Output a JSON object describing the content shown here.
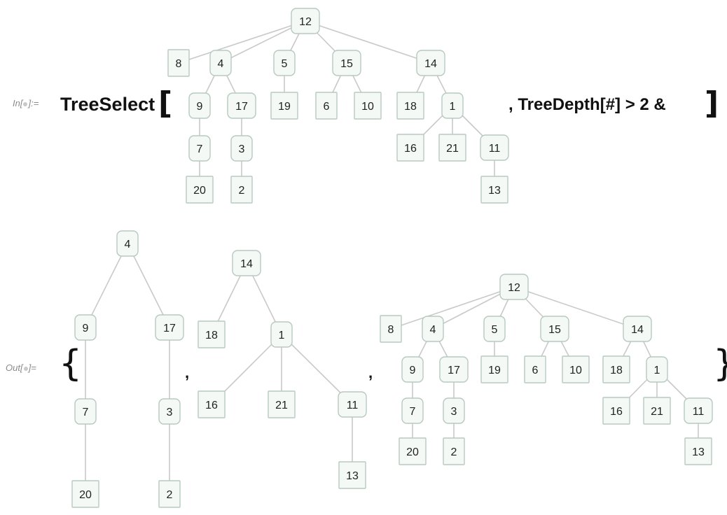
{
  "input": {
    "label_prefix": "In[",
    "label_suffix": "]:=",
    "function_name": "TreeSelect",
    "open_bracket": "[",
    "close_bracket": "]",
    "argument_text": ", TreeDepth[#] > 2 &"
  },
  "output": {
    "label_prefix": "Out[",
    "label_suffix": "]=",
    "open_brace": "{",
    "close_brace": "}",
    "separator": ","
  },
  "colors": {
    "node_fill": "#f4f9f6",
    "node_stroke": "#b7cabf",
    "edge": "#c9c9c9",
    "text": "#222222"
  },
  "trees": [
    {
      "name": "input-tree",
      "nodes": [
        {
          "id": "a12",
          "label": "12",
          "shape": "rounded"
        },
        {
          "id": "a8",
          "label": "8",
          "shape": "leaf"
        },
        {
          "id": "a4",
          "label": "4",
          "shape": "rounded"
        },
        {
          "id": "a5",
          "label": "5",
          "shape": "rounded"
        },
        {
          "id": "a15",
          "label": "15",
          "shape": "rounded"
        },
        {
          "id": "a14",
          "label": "14",
          "shape": "rounded"
        },
        {
          "id": "a9",
          "label": "9",
          "shape": "rounded"
        },
        {
          "id": "a17",
          "label": "17",
          "shape": "rounded"
        },
        {
          "id": "a19",
          "label": "19",
          "shape": "leaf"
        },
        {
          "id": "a6",
          "label": "6",
          "shape": "leaf"
        },
        {
          "id": "a10",
          "label": "10",
          "shape": "leaf"
        },
        {
          "id": "a18",
          "label": "18",
          "shape": "leaf"
        },
        {
          "id": "a1",
          "label": "1",
          "shape": "rounded"
        },
        {
          "id": "a7",
          "label": "7",
          "shape": "rounded"
        },
        {
          "id": "a3",
          "label": "3",
          "shape": "rounded"
        },
        {
          "id": "a16",
          "label": "16",
          "shape": "leaf"
        },
        {
          "id": "a21",
          "label": "21",
          "shape": "leaf"
        },
        {
          "id": "a11",
          "label": "11",
          "shape": "rounded"
        },
        {
          "id": "a20",
          "label": "20",
          "shape": "leaf"
        },
        {
          "id": "a2",
          "label": "2",
          "shape": "leaf"
        },
        {
          "id": "a13",
          "label": "13",
          "shape": "leaf"
        }
      ],
      "edges": [
        [
          "a12",
          "a8"
        ],
        [
          "a12",
          "a4"
        ],
        [
          "a12",
          "a5"
        ],
        [
          "a12",
          "a15"
        ],
        [
          "a12",
          "a14"
        ],
        [
          "a4",
          "a9"
        ],
        [
          "a4",
          "a17"
        ],
        [
          "a5",
          "a19"
        ],
        [
          "a15",
          "a6"
        ],
        [
          "a15",
          "a10"
        ],
        [
          "a14",
          "a18"
        ],
        [
          "a14",
          "a1"
        ],
        [
          "a9",
          "a7"
        ],
        [
          "a17",
          "a3"
        ],
        [
          "a1",
          "a16"
        ],
        [
          "a1",
          "a21"
        ],
        [
          "a1",
          "a11"
        ],
        [
          "a7",
          "a20"
        ],
        [
          "a3",
          "a2"
        ],
        [
          "a11",
          "a13"
        ]
      ]
    },
    {
      "name": "output-tree-4",
      "nodes": [
        {
          "id": "b4",
          "label": "4",
          "shape": "rounded"
        },
        {
          "id": "b9",
          "label": "9",
          "shape": "rounded"
        },
        {
          "id": "b17",
          "label": "17",
          "shape": "rounded"
        },
        {
          "id": "b7",
          "label": "7",
          "shape": "rounded"
        },
        {
          "id": "b3",
          "label": "3",
          "shape": "rounded"
        },
        {
          "id": "b20",
          "label": "20",
          "shape": "leaf"
        },
        {
          "id": "b2",
          "label": "2",
          "shape": "leaf"
        }
      ],
      "edges": [
        [
          "b4",
          "b9"
        ],
        [
          "b4",
          "b17"
        ],
        [
          "b9",
          "b7"
        ],
        [
          "b17",
          "b3"
        ],
        [
          "b7",
          "b20"
        ],
        [
          "b3",
          "b2"
        ]
      ]
    },
    {
      "name": "output-tree-14",
      "nodes": [
        {
          "id": "c14",
          "label": "14",
          "shape": "rounded"
        },
        {
          "id": "c18",
          "label": "18",
          "shape": "leaf"
        },
        {
          "id": "c1",
          "label": "1",
          "shape": "rounded"
        },
        {
          "id": "c16",
          "label": "16",
          "shape": "leaf"
        },
        {
          "id": "c21",
          "label": "21",
          "shape": "leaf"
        },
        {
          "id": "c11",
          "label": "11",
          "shape": "rounded"
        },
        {
          "id": "c13",
          "label": "13",
          "shape": "leaf"
        }
      ],
      "edges": [
        [
          "c14",
          "c18"
        ],
        [
          "c14",
          "c1"
        ],
        [
          "c1",
          "c16"
        ],
        [
          "c1",
          "c21"
        ],
        [
          "c1",
          "c11"
        ],
        [
          "c11",
          "c13"
        ]
      ]
    },
    {
      "name": "output-tree-12",
      "nodes": [
        {
          "id": "d12",
          "label": "12",
          "shape": "rounded"
        },
        {
          "id": "d8",
          "label": "8",
          "shape": "leaf"
        },
        {
          "id": "d4",
          "label": "4",
          "shape": "rounded"
        },
        {
          "id": "d5",
          "label": "5",
          "shape": "rounded"
        },
        {
          "id": "d15",
          "label": "15",
          "shape": "rounded"
        },
        {
          "id": "d14",
          "label": "14",
          "shape": "rounded"
        },
        {
          "id": "d9",
          "label": "9",
          "shape": "rounded"
        },
        {
          "id": "d17",
          "label": "17",
          "shape": "rounded"
        },
        {
          "id": "d19",
          "label": "19",
          "shape": "leaf"
        },
        {
          "id": "d6",
          "label": "6",
          "shape": "leaf"
        },
        {
          "id": "d10",
          "label": "10",
          "shape": "leaf"
        },
        {
          "id": "d18",
          "label": "18",
          "shape": "leaf"
        },
        {
          "id": "d1",
          "label": "1",
          "shape": "rounded"
        },
        {
          "id": "d7",
          "label": "7",
          "shape": "rounded"
        },
        {
          "id": "d3",
          "label": "3",
          "shape": "rounded"
        },
        {
          "id": "d16",
          "label": "16",
          "shape": "leaf"
        },
        {
          "id": "d21",
          "label": "21",
          "shape": "leaf"
        },
        {
          "id": "d11",
          "label": "11",
          "shape": "rounded"
        },
        {
          "id": "d20",
          "label": "20",
          "shape": "leaf"
        },
        {
          "id": "d2",
          "label": "2",
          "shape": "leaf"
        },
        {
          "id": "d13",
          "label": "13",
          "shape": "leaf"
        }
      ],
      "edges": [
        [
          "d12",
          "d8"
        ],
        [
          "d12",
          "d4"
        ],
        [
          "d12",
          "d5"
        ],
        [
          "d12",
          "d15"
        ],
        [
          "d12",
          "d14"
        ],
        [
          "d4",
          "d9"
        ],
        [
          "d4",
          "d17"
        ],
        [
          "d5",
          "d19"
        ],
        [
          "d15",
          "d6"
        ],
        [
          "d15",
          "d10"
        ],
        [
          "d14",
          "d18"
        ],
        [
          "d14",
          "d1"
        ],
        [
          "d9",
          "d7"
        ],
        [
          "d17",
          "d3"
        ],
        [
          "d1",
          "d16"
        ],
        [
          "d1",
          "d21"
        ],
        [
          "d1",
          "d11"
        ],
        [
          "d7",
          "d20"
        ],
        [
          "d3",
          "d2"
        ],
        [
          "d11",
          "d13"
        ]
      ]
    }
  ]
}
